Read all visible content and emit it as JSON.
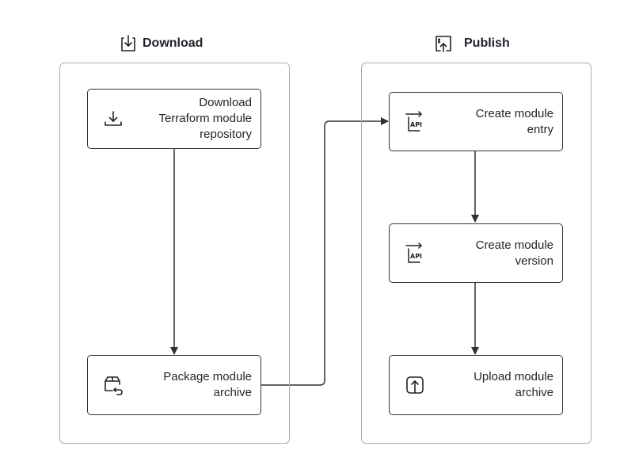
{
  "groups": {
    "download": {
      "title": "Download",
      "icon": "download-tray-icon"
    },
    "publish": {
      "title": "Publish",
      "icon": "upload-document-icon"
    }
  },
  "nodes": {
    "download_repo": {
      "label": "Download\nTerraform module\nrepository",
      "icon": "download-icon"
    },
    "package_archive": {
      "label": "Package module\narchive",
      "icon": "package-return-icon"
    },
    "create_entry": {
      "label": "Create module\nentry",
      "icon": "api-icon"
    },
    "create_version": {
      "label": "Create module\nversion",
      "icon": "api-icon"
    },
    "upload_archive": {
      "label": "Upload module\narchive",
      "icon": "upload-icon"
    }
  },
  "colors": {
    "line": "#2d3136",
    "group_border": "#a8adb3",
    "text": "#1f2329"
  }
}
